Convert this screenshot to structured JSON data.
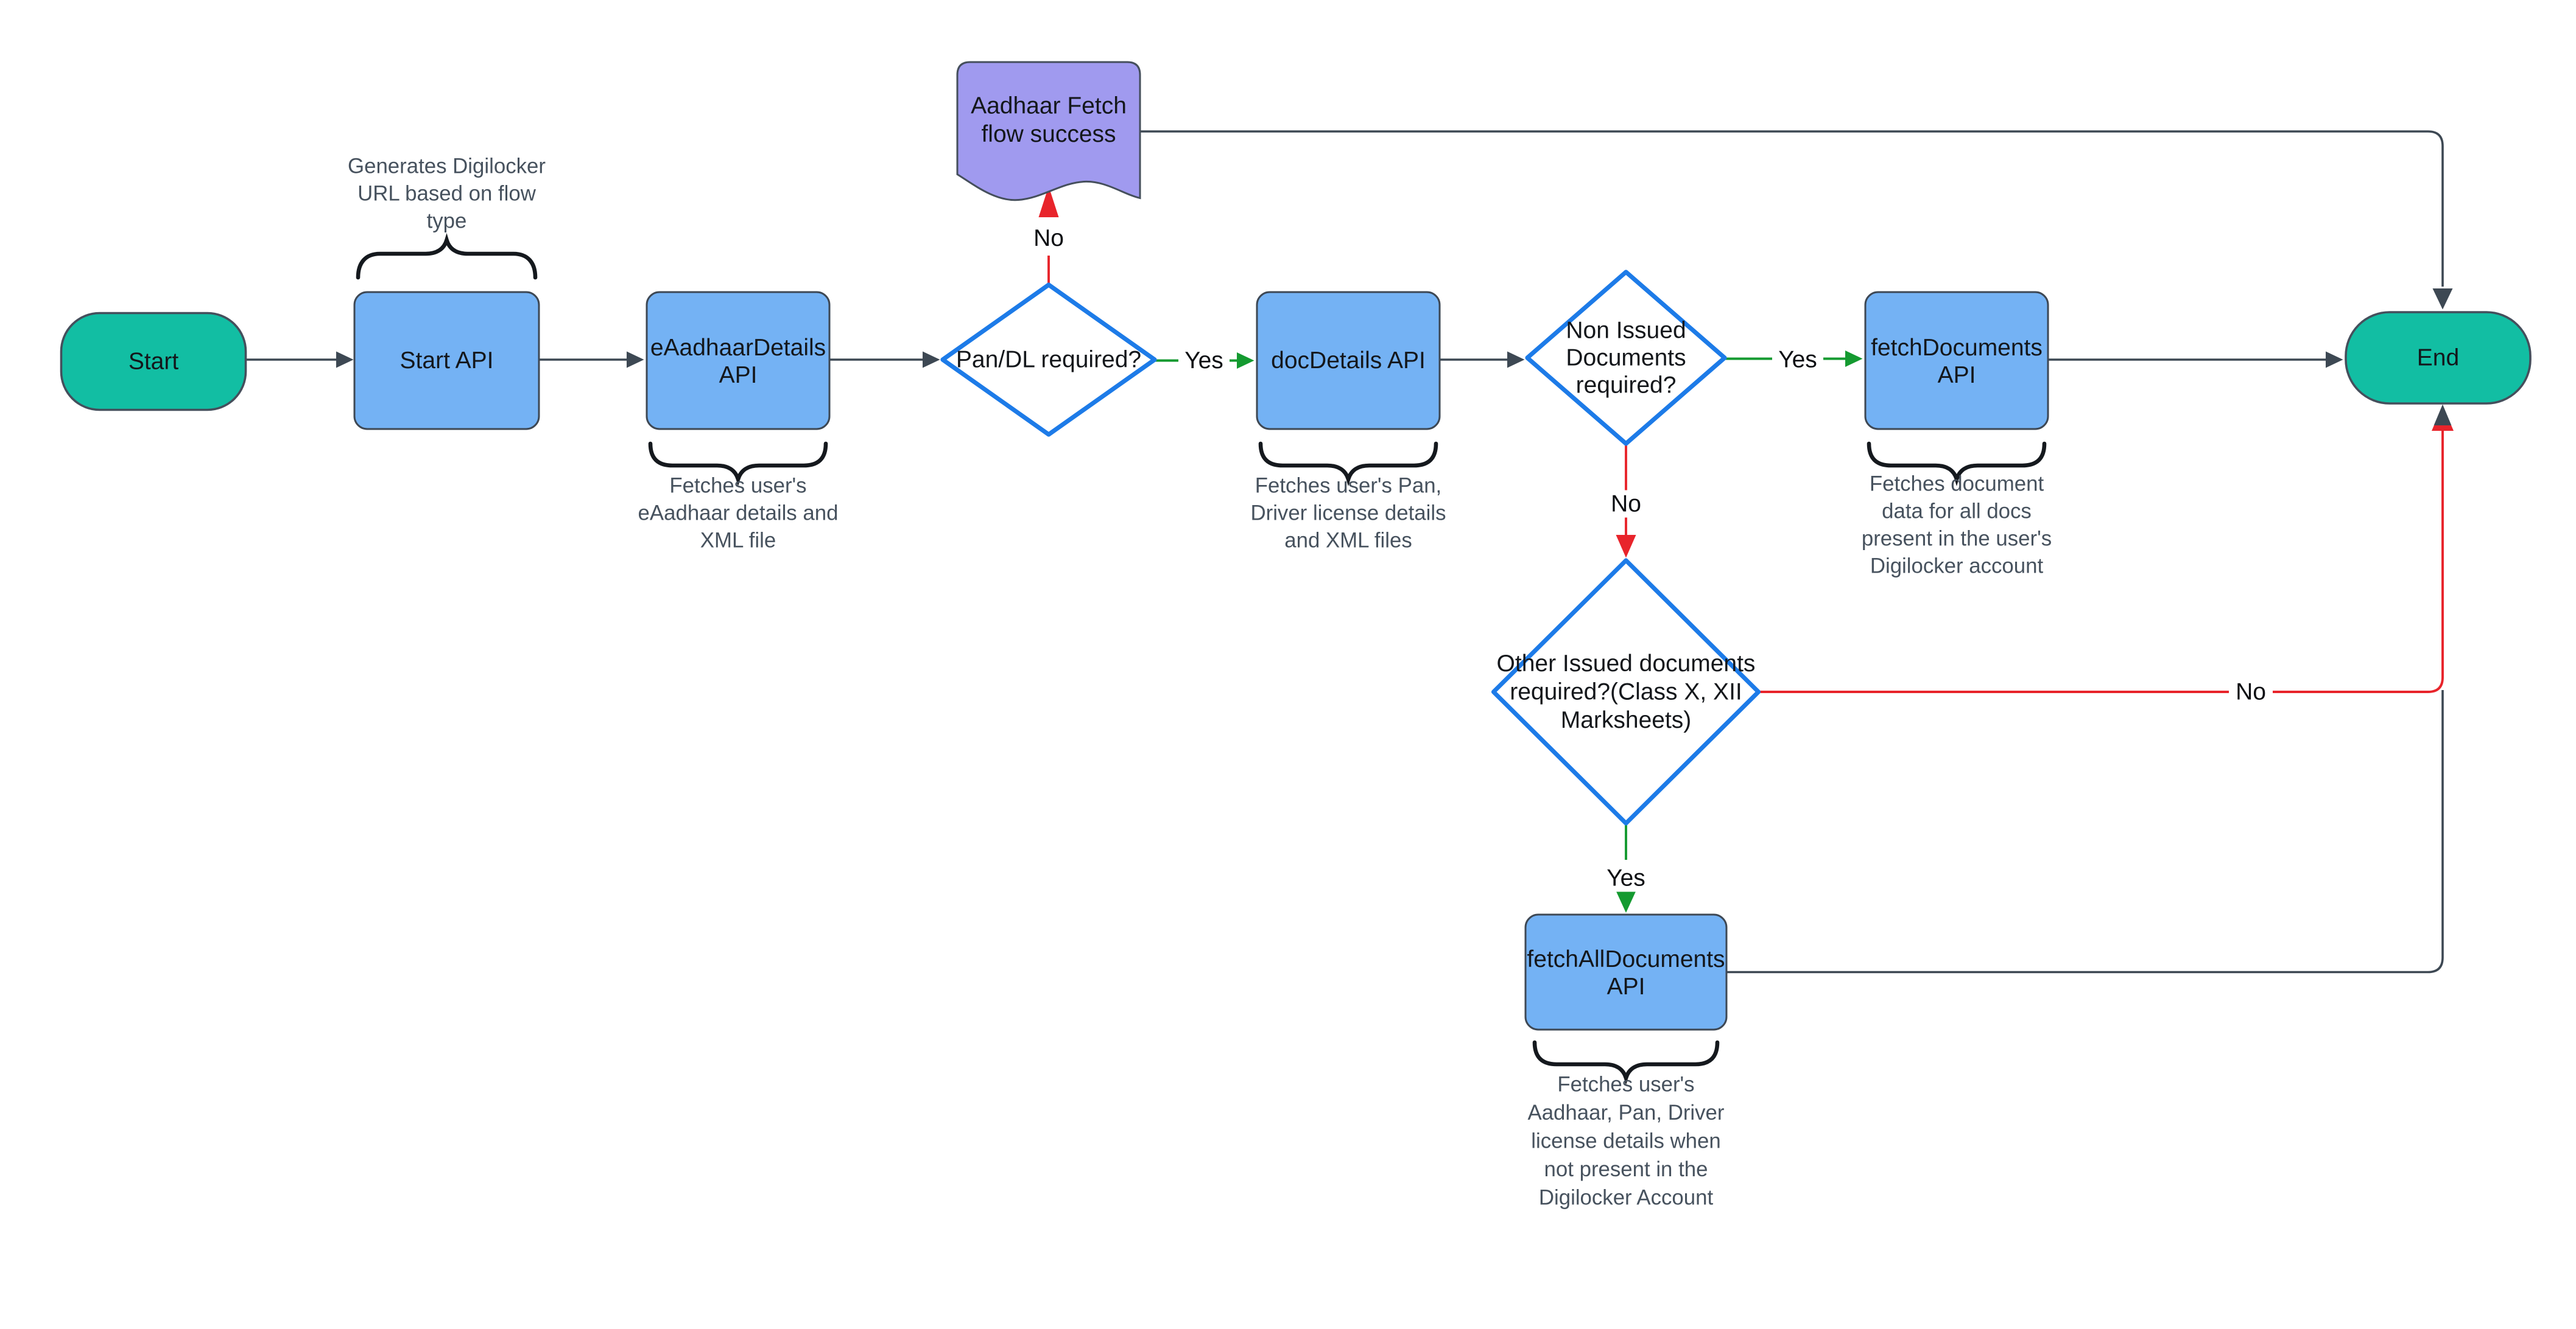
{
  "diagram": {
    "background": "#ffffff",
    "colors": {
      "terminator_fill": "#12bea3",
      "process_fill": "#74b2f4",
      "decision_stroke": "#1d7be8",
      "note_fill": "#a09aef",
      "connector_dark": "#3d4853",
      "yes_green": "#149a30",
      "no_red": "#e8242b",
      "annotation_text": "#47525e",
      "brace_black": "#15191e"
    },
    "nodes": {
      "start": {
        "label": "Start"
      },
      "start_api": {
        "label": "Start API"
      },
      "eaadhaar_api": {
        "lines": [
          "eAadhaarDetails",
          "API"
        ]
      },
      "pan_dl_decision": {
        "label": "Pan/DL required?"
      },
      "aadhaar_success": {
        "lines": [
          "Aadhaar Fetch",
          "flow success"
        ]
      },
      "doc_details_api": {
        "label": "docDetails API"
      },
      "non_issued_decision": {
        "lines": [
          "Non Issued",
          "Documents",
          "required?"
        ]
      },
      "fetch_documents_api": {
        "lines": [
          "fetchDocuments",
          "API"
        ]
      },
      "other_issued_decision": {
        "lines": [
          "Other Issued documents",
          "required?(Class X, XII",
          "Marksheets)"
        ]
      },
      "fetch_all_documents_api": {
        "lines": [
          "fetchAllDocuments",
          "API"
        ]
      },
      "end": {
        "label": "End"
      }
    },
    "annotations": {
      "start_api_note": {
        "lines": [
          "Generates Digilocker",
          "URL based on flow",
          "type"
        ]
      },
      "eaadhaar_note": {
        "lines": [
          "Fetches user's",
          "eAadhaar details and",
          "XML file"
        ]
      },
      "doc_details_note": {
        "lines": [
          "Fetches user's Pan,",
          "Driver license details",
          "and XML files"
        ]
      },
      "fetch_documents_note": {
        "lines": [
          "Fetches document",
          "data for all docs",
          "present in the user's",
          "Digilocker account"
        ]
      },
      "fetch_all_documents_note": {
        "lines": [
          "Fetches user's",
          "Aadhaar, Pan, Driver",
          "license details when",
          "not present in the",
          "Digilocker Account"
        ]
      }
    },
    "edges": {
      "pan_dl_yes": "Yes",
      "pan_dl_no": "No",
      "non_issued_yes": "Yes",
      "non_issued_no": "No",
      "other_issued_yes": "Yes",
      "other_issued_no": "No"
    }
  }
}
